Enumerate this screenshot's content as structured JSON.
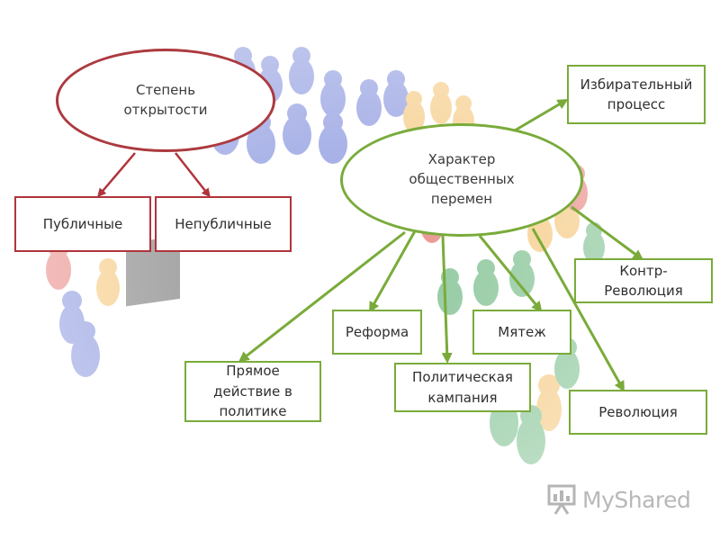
{
  "nodes": {
    "openness": "Степень открытости",
    "public": "Публичные",
    "nonpublic": "Непубличные",
    "character": "Характер общественных перемен",
    "electoral": "Избирательный процесс",
    "counter": "Контр-Революция",
    "reform": "Реформа",
    "mutiny": "Мятеж",
    "campaign": "Политическая кампания",
    "revolution": "Революция",
    "direct": "Прямое действие в политике"
  },
  "logo": {
    "text": "MyShared"
  },
  "colors": {
    "red": "#b0343b",
    "green": "#7aab3a"
  }
}
